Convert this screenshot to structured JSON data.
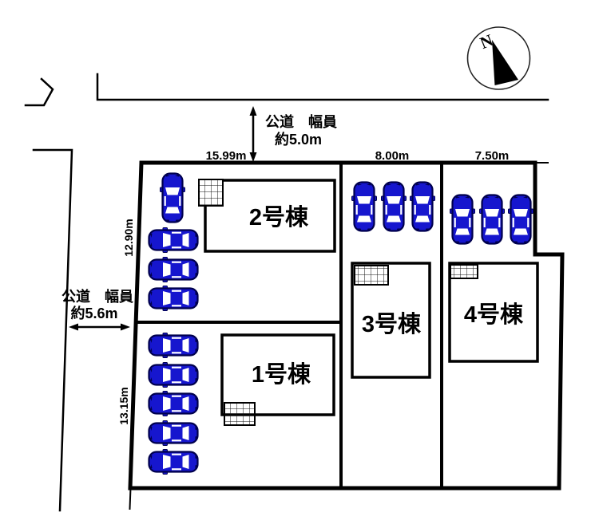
{
  "colors": {
    "car_blue": "#1616CE",
    "outline": "#000000"
  },
  "compass": {
    "north_label": "N"
  },
  "roads": {
    "top": {
      "name_line": "公道　幅員",
      "width_line": "約5.0m"
    },
    "left": {
      "name_line": "公道　幅員",
      "width_line": "約5.6m"
    }
  },
  "dimensions": {
    "lot2_width": "15.99m",
    "lot3_width": "8.00m",
    "lot4_width": "7.50m",
    "lot2_depth": "12.90m",
    "lot1_depth": "13.15m"
  },
  "buildings": {
    "b1": {
      "label": "1号棟",
      "parking_spaces": 5
    },
    "b2": {
      "label": "2号棟",
      "parking_spaces": 4
    },
    "b3": {
      "label": "3号棟",
      "parking_spaces": 3
    },
    "b4": {
      "label": "4号棟",
      "parking_spaces": 3
    }
  }
}
